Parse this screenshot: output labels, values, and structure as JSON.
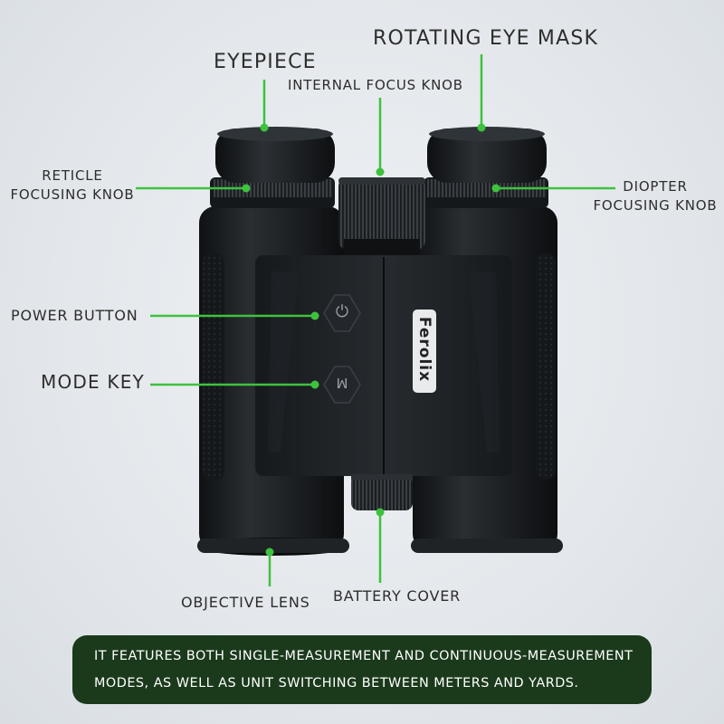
{
  "labels": {
    "rotating_eye_mask": "ROTATING EYE MASK",
    "eyepiece": "EYEPIECE",
    "internal_focus_knob": "INTERNAL FOCUS KNOB",
    "reticle_line1": "RETICLE",
    "reticle_line2": "FOCUSING KNOB",
    "diopter_line1": "DIOPTER",
    "diopter_line2": "FOCUSING KNOB",
    "power_button": "POWER BUTTON",
    "mode_key": "MODE KEY",
    "objective_lens": "OBJECTIVE LENS",
    "battery_cover": "BATTERY COVER"
  },
  "brand": "Ferolix",
  "buttons": {
    "power_glyph": "⏻",
    "mode_glyph": "M"
  },
  "callout": {
    "line1": "IT FEATURES BOTH SINGLE-MEASUREMENT AND CONTINUOUS-MEASUREMENT",
    "line2": "MODES, AS WELL AS UNIT SWITCHING BETWEEN METERS AND YARDS."
  },
  "colors": {
    "accent_green": "#3ec23e",
    "callout_bg": "#1b3a1c",
    "body_black": "#1c1f22"
  }
}
